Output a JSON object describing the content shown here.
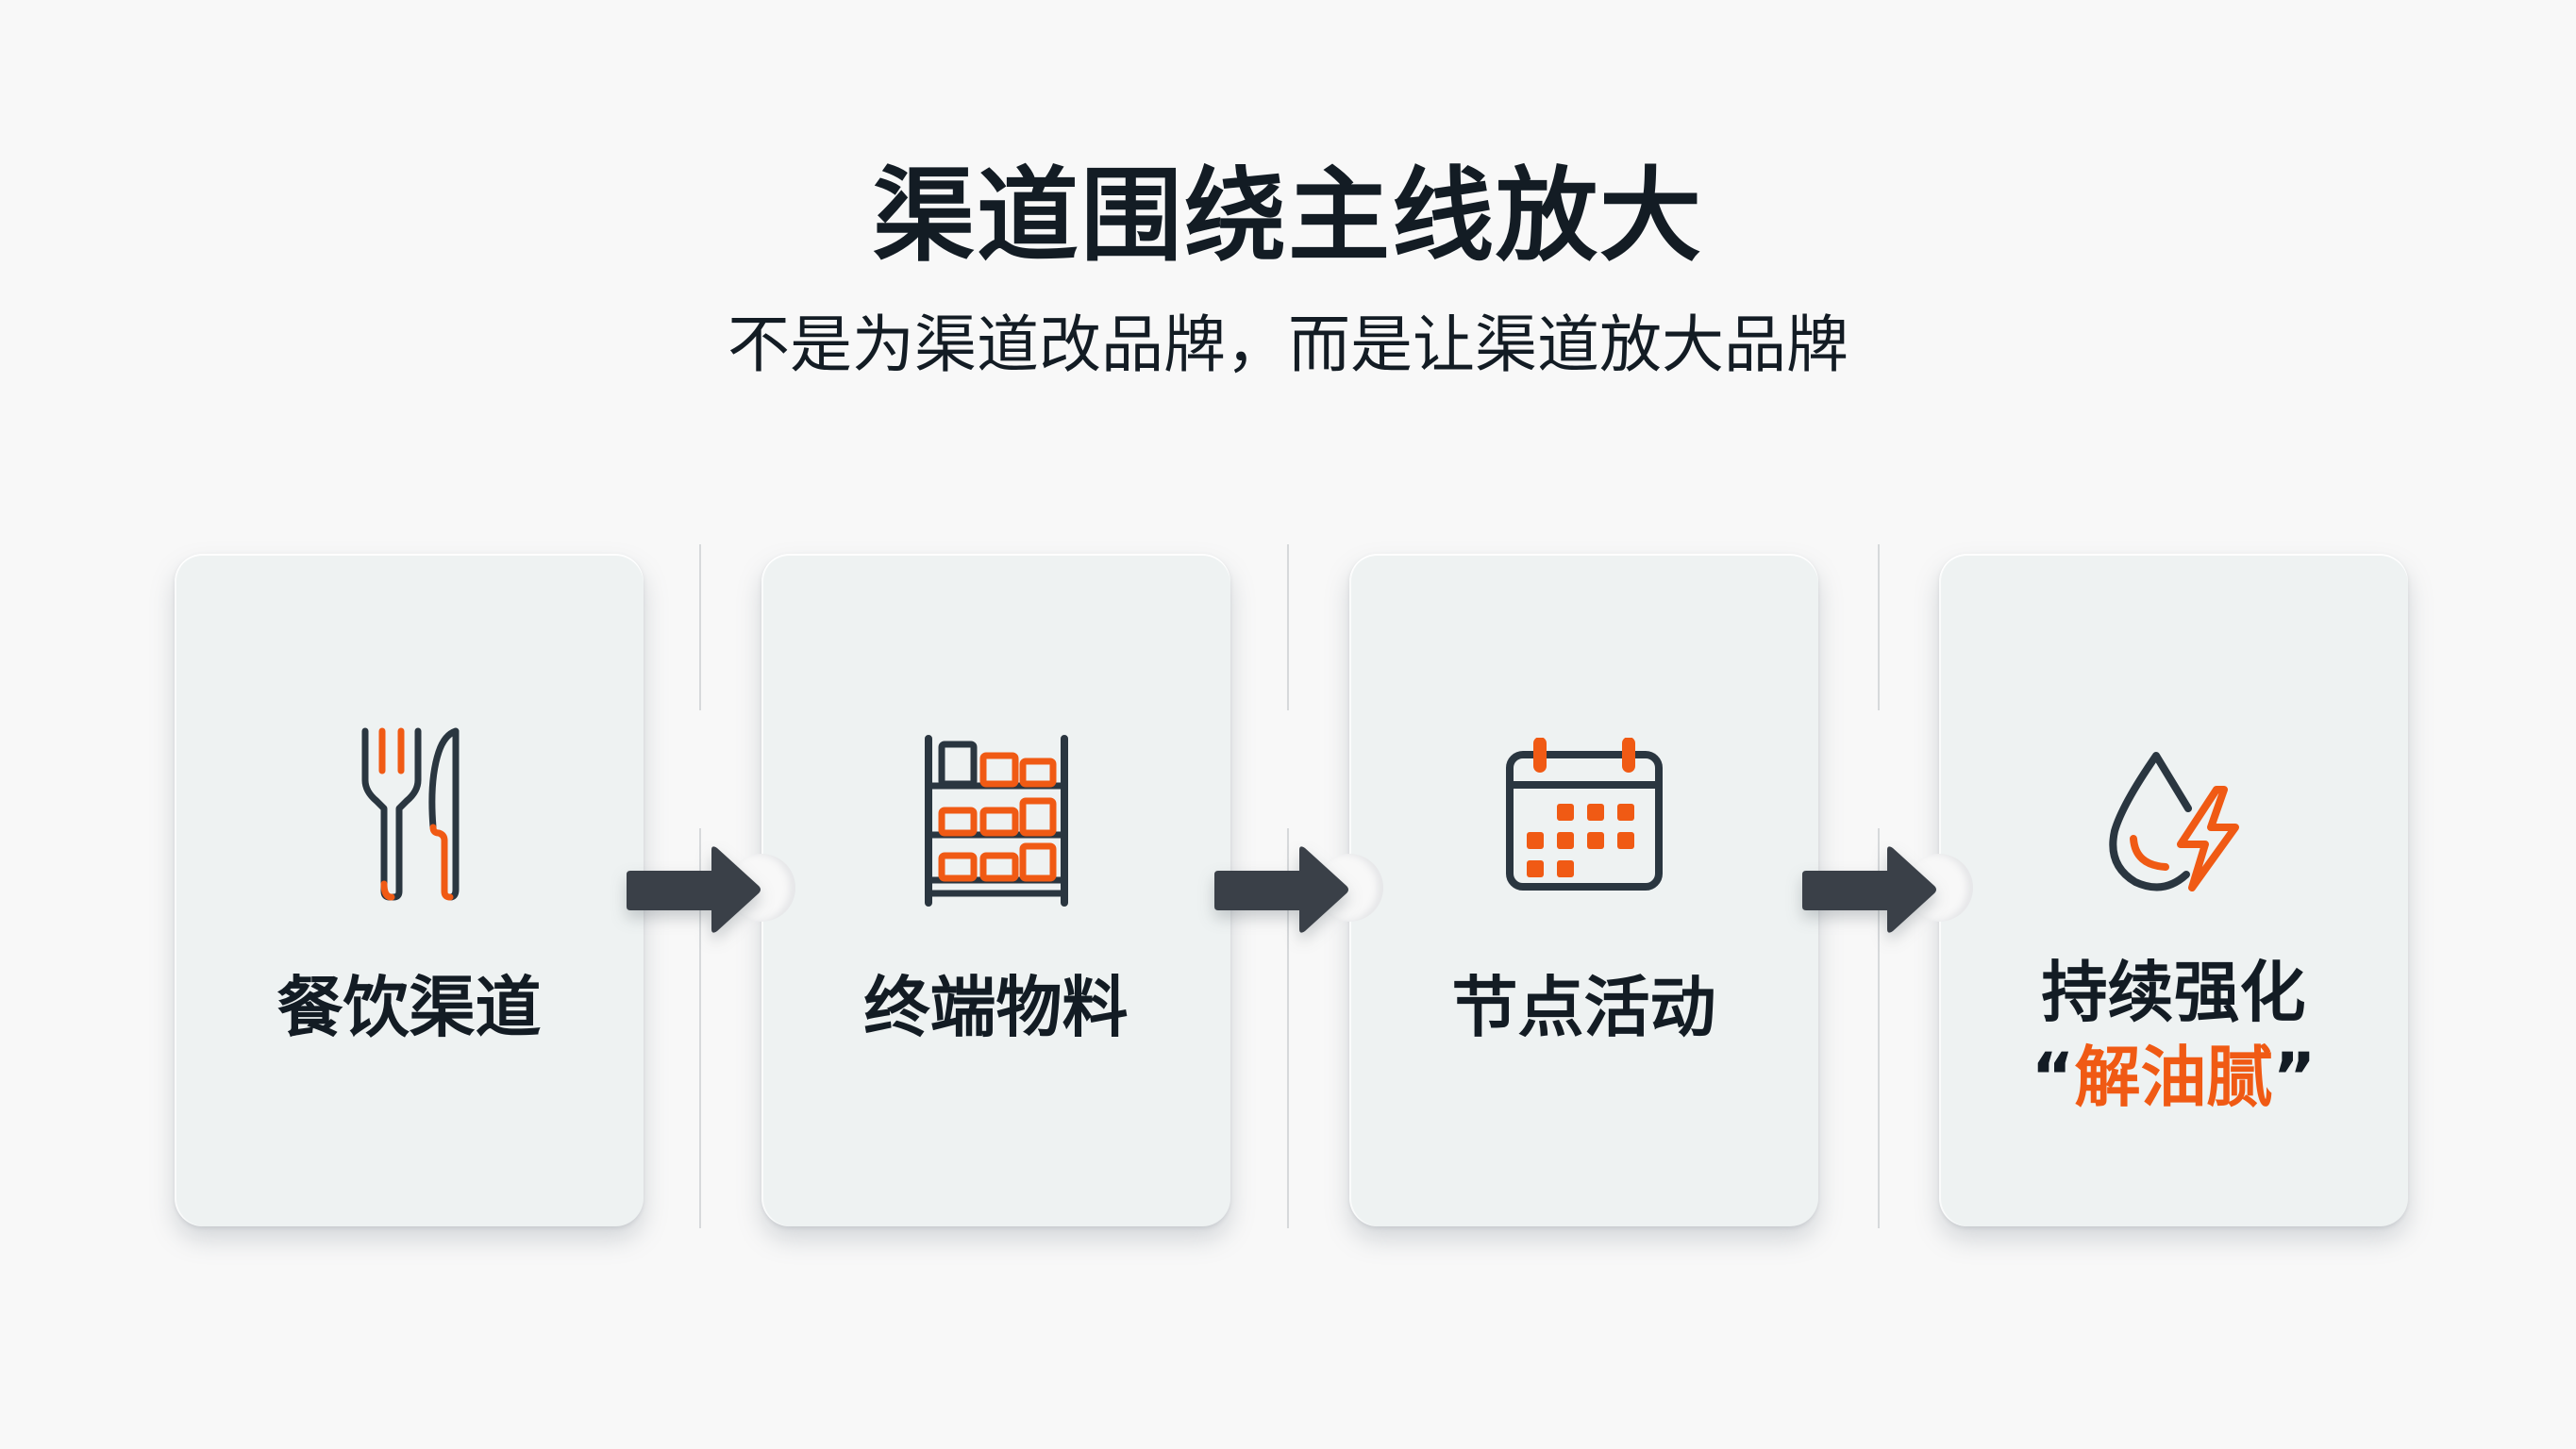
{
  "header": {
    "title": "渠道围绕主线放大",
    "subtitle": "不是为渠道改品牌，而是让渠道放大品牌"
  },
  "colors": {
    "background": "#f8f8f8",
    "card": "#eef2f2",
    "text": "#131c24",
    "accent": "#f05a14",
    "icon_dark": "#2a3640",
    "arrow": "#3a4048"
  },
  "steps": [
    {
      "icon": "fork-knife-icon",
      "label": "餐饮渠道"
    },
    {
      "icon": "shelf-icon",
      "label": "终端物料"
    },
    {
      "icon": "calendar-icon",
      "label": "节点活动"
    },
    {
      "icon": "oil-drop-lightning-icon",
      "label": "持续强化",
      "quote_open": "“",
      "highlight": "解油腻",
      "quote_close": "”"
    }
  ],
  "connectors": [
    {
      "icon": "arrow-right-icon"
    },
    {
      "icon": "arrow-right-icon"
    },
    {
      "icon": "arrow-right-icon"
    }
  ]
}
